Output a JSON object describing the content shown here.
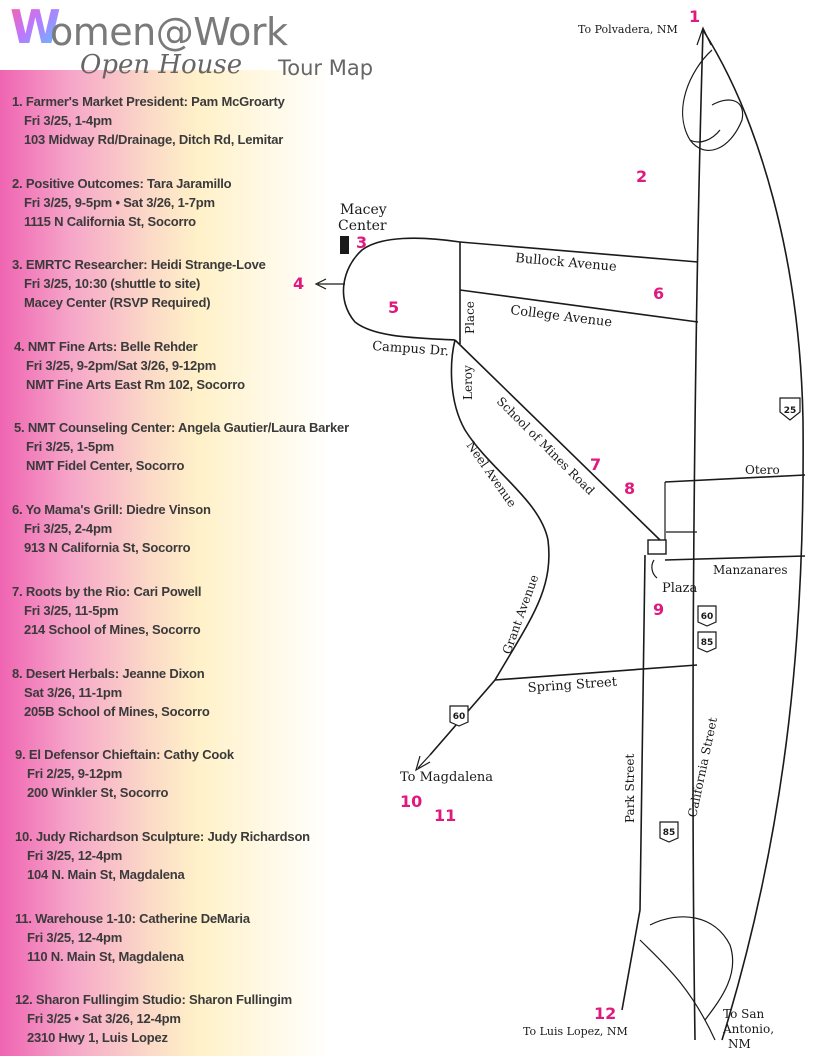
{
  "logo": {
    "w_letter": "W",
    "brand": "omen@Work",
    "open_house": "Open House",
    "tour_map": "Tour Map"
  },
  "stops": [
    {
      "title": "1. Farmer's Market President: Pam McGroarty",
      "when": "Fri 3/25, 1-4pm",
      "where": "103 Midway Rd/Drainage, Ditch Rd, Lemitar"
    },
    {
      "title": "2. Positive Outcomes: Tara Jaramillo",
      "when": "Fri 3/25, 9-5pm • Sat 3/26, 1-7pm",
      "where": "1115 N California St, Socorro"
    },
    {
      "title": "3. EMRTC Researcher: Heidi Strange-Love",
      "when": "Fri 3/25, 10:30 (shuttle to site)",
      "where": "Macey Center (RSVP Required)"
    },
    {
      "title": "4. NMT Fine Arts: Belle Rehder",
      "when": "Fri 3/25, 9-2pm/Sat 3/26, 9-12pm",
      "where": "NMT Fine Arts East Rm 102, Socorro"
    },
    {
      "title": "5. NMT Counseling Center: Angela Gautier/Laura Barker",
      "when": "Fri 3/25, 1-5pm",
      "where": "NMT Fidel Center, Socorro"
    },
    {
      "title": "6. Yo Mama's Grill: Diedre Vinson",
      "when": "Fri 3/25, 2-4pm",
      "where": "913 N California St, Socorro"
    },
    {
      "title": "7. Roots by the Rio: Cari Powell",
      "when": "Fri 3/25, 11-5pm",
      "where": "214 School of Mines, Socorro"
    },
    {
      "title": "8. Desert Herbals: Jeanne Dixon",
      "when": "Sat 3/26, 11-1pm",
      "where": "205B School of Mines, Socorro"
    },
    {
      "title": "9. El Defensor Chieftain: Cathy Cook",
      "when": "Fri 2/25, 9-12pm",
      "where": "200 Winkler St, Socorro"
    },
    {
      "title": "10. Judy Richardson Sculpture: Judy Richardson",
      "when": "Fri 3/25, 12-4pm",
      "where": "104 N. Main St, Magdalena"
    },
    {
      "title": "11. Warehouse 1-10: Catherine DeMaria",
      "when": "Fri 3/25, 12-4pm",
      "where": "110 N. Main St, Magdalena"
    },
    {
      "title": "12. Sharon Fullingim Studio: Sharon Fullingim",
      "when": "Fri 3/25 • Sat 3/26, 12-4pm",
      "where": "2310 Hwy 1, Luis Lopez"
    }
  ],
  "map": {
    "labels": {
      "to_polvadera": "To Polvadera, NM",
      "macey": "Macey",
      "center": "Center",
      "bullock": "Bullock Avenue",
      "college": "College Avenue",
      "campus_dr": "Campus Dr.",
      "place": "Place",
      "leroy": "Leroy",
      "school_of_mines": "School of Mines Road",
      "neel": "Neel Avenue",
      "grant": "Grant Avenue",
      "otero": "Otero",
      "manzanares": "Manzanares",
      "plaza": "Plaza",
      "spring": "Spring Street",
      "to_magdalena": "To Magdalena",
      "park": "Park Street",
      "california": "California Street",
      "to_luis_lopez": "To Luis Lopez, NM",
      "to_san": "To San",
      "antonio": "Antonio,",
      "nm": "NM"
    },
    "shields": {
      "i25": "25",
      "us60_a": "60",
      "us85_a": "85",
      "us60_b": "60",
      "us85_b": "85"
    },
    "numbers": [
      "1",
      "2",
      "3",
      "4",
      "5",
      "6",
      "7",
      "8",
      "9",
      "10",
      "11",
      "12"
    ]
  },
  "colors": {
    "accent": "#e0197e",
    "gradient_pink": "#ef64b2",
    "gradient_yellow": "#fff1c8"
  }
}
